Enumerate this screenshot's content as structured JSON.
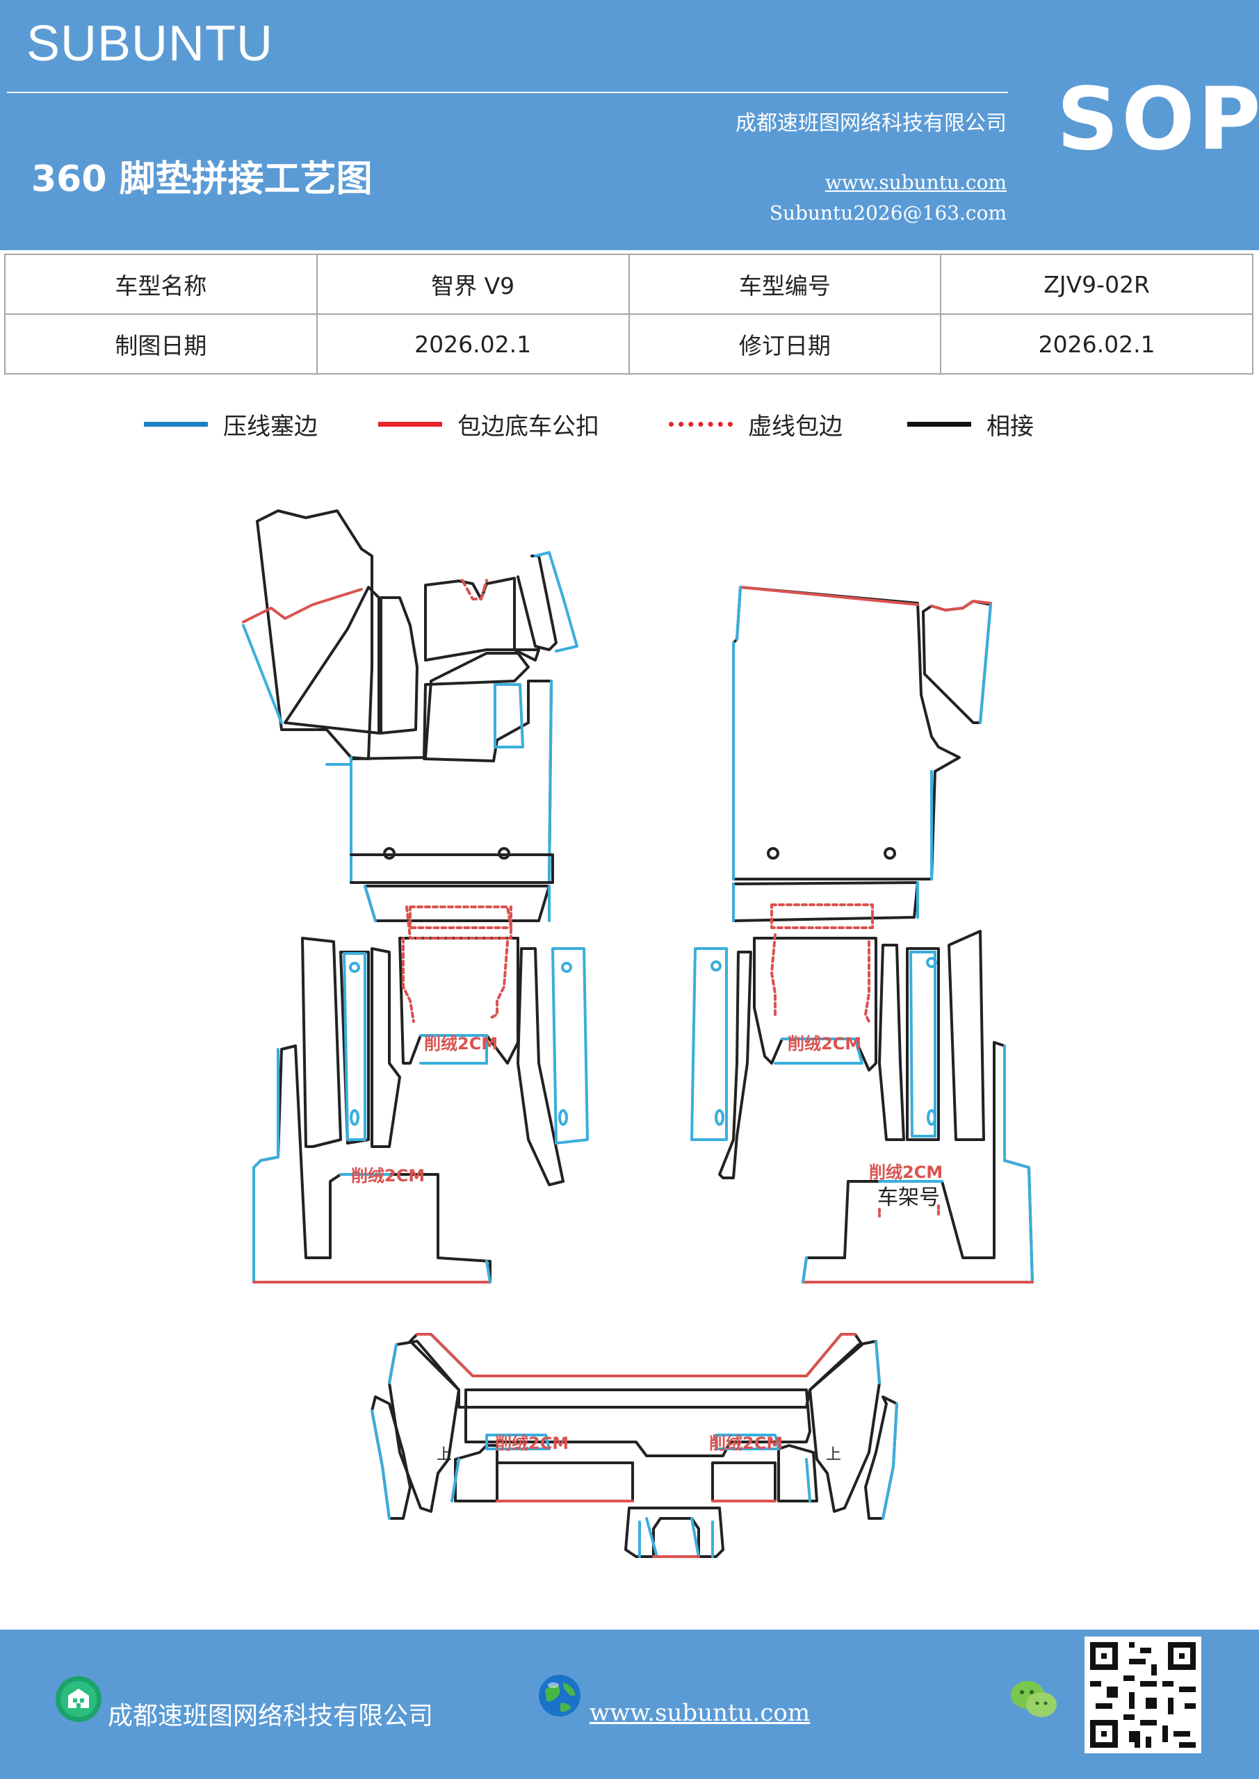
{
  "header": {
    "brand": "SUBUNTU",
    "title": "360 脚垫拼接工艺图",
    "company": "成都速班图网络科技有限公司",
    "website": "www.subuntu.com",
    "email": "Subuntu2026@163.com",
    "badge": "SOP"
  },
  "info_table": {
    "rows": [
      {
        "label1": "车型名称",
        "value1": "智界 V9",
        "label2": "车型编号",
        "value2": "ZJV9-02R"
      },
      {
        "label1": "制图日期",
        "value1": "2026.02.1",
        "label2": "修订日期",
        "value2": "2026.02.1"
      }
    ]
  },
  "legend": [
    {
      "label": "压线塞边",
      "color": "#1f7fc4",
      "style": "solid"
    },
    {
      "label": "包边底车公扣",
      "color": "#e8232a",
      "style": "solid"
    },
    {
      "label": "虚线包边",
      "color": "#e8232a",
      "style": "dotted"
    },
    {
      "label": "相接",
      "color": "#111111",
      "style": "solid"
    }
  ],
  "drawing": {
    "colors": {
      "edge_blue": "#3aaedc",
      "edge_red": "#d9534f",
      "join_black": "#222222"
    },
    "labels": {
      "shave_1": "削绒2CM",
      "shave_2": "削绒2CM",
      "shave_3": "削绒2CM",
      "shave_4": "削绒2CM",
      "shave_5": "削绒2CM",
      "shave_6": "削绒2CM",
      "frame_number": "车架号",
      "up_left": "上",
      "up_right": "上"
    }
  },
  "footer": {
    "company": "成都速班图网络科技有限公司",
    "website": "www.subuntu.com",
    "icons": [
      "building-icon",
      "globe-icon",
      "wechat-icon",
      "qr-code"
    ]
  }
}
